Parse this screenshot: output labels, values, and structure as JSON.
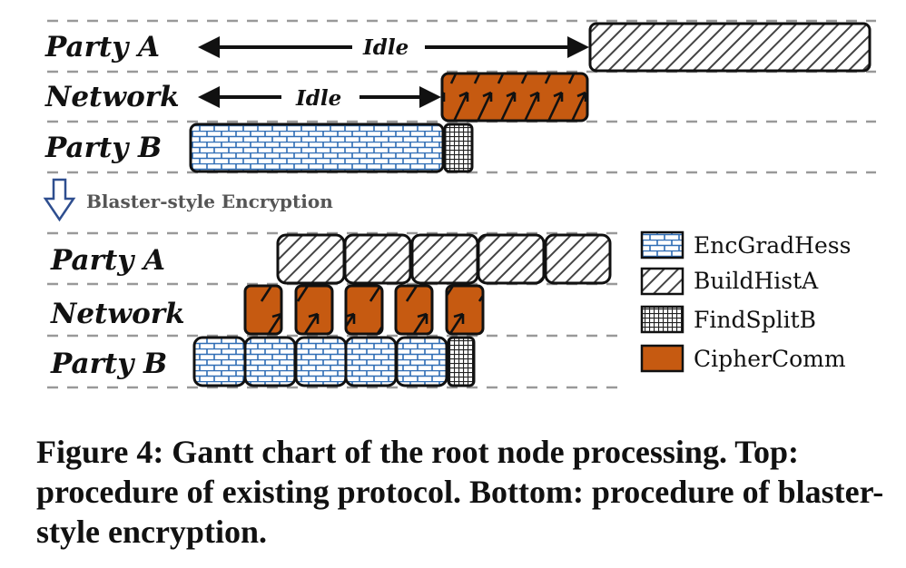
{
  "top": {
    "lanes": [
      "Party A",
      "Network",
      "Party B"
    ],
    "idle_a": "Idle",
    "idle_network": "Idle"
  },
  "separator": "Blaster-style Encryption",
  "bottom": {
    "lanes": [
      "Party A",
      "Network",
      "Party B"
    ]
  },
  "legend": [
    {
      "label": "EncGradHess",
      "pattern": "brick"
    },
    {
      "label": "BuildHistA",
      "pattern": "hatch"
    },
    {
      "label": "FindSplitB",
      "pattern": "grid"
    },
    {
      "label": "CipherComm",
      "pattern": "cipher"
    }
  ],
  "colors": {
    "cipher_fill": "#c65a11",
    "brick_line": "#2f6db5",
    "separator_arrow": "#2e4e8f",
    "separator_text": "#555555"
  },
  "caption": "Figure 4: Gantt chart of the root node processing. Top: procedure of existing protocol. Bottom: procedure of blaster-style encryption."
}
